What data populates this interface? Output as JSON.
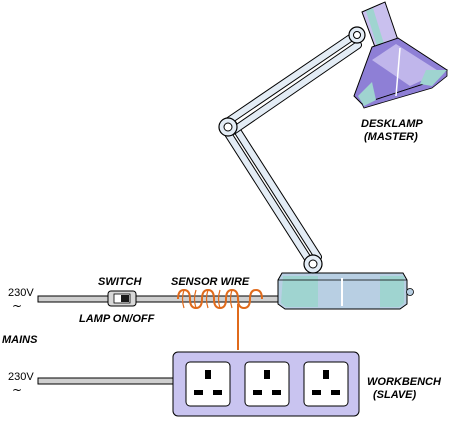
{
  "labels": {
    "desk_lamp": "DESKLAMP",
    "master": "(MASTER)",
    "switch": "SWITCH",
    "sensor_wire": "SENSOR WIRE",
    "lamp_on_off": "LAMP ON/OFF",
    "mains": "MAINS",
    "voltage_top": "230V",
    "voltage_bottom": "230V",
    "tilde": "~",
    "workbench": "WORKBENCH",
    "slave": "(SLAVE)"
  },
  "colors": {
    "lamp_body": "#b8cfe3",
    "lamp_teal": "#9fd4d0",
    "shade_purple": "#8e7fd6",
    "shade_light": "#c9c0ee",
    "strip": "#c9c4f0",
    "socket_face": "#ffffff",
    "cable": "#cfcfcf",
    "coil": "#e06a1b",
    "outline": "#000000"
  },
  "icons": [
    "desk-lamp-icon",
    "power-strip-icon",
    "socket-icon",
    "switch-icon",
    "sensor-coil-icon",
    "ac-symbol-icon"
  ]
}
